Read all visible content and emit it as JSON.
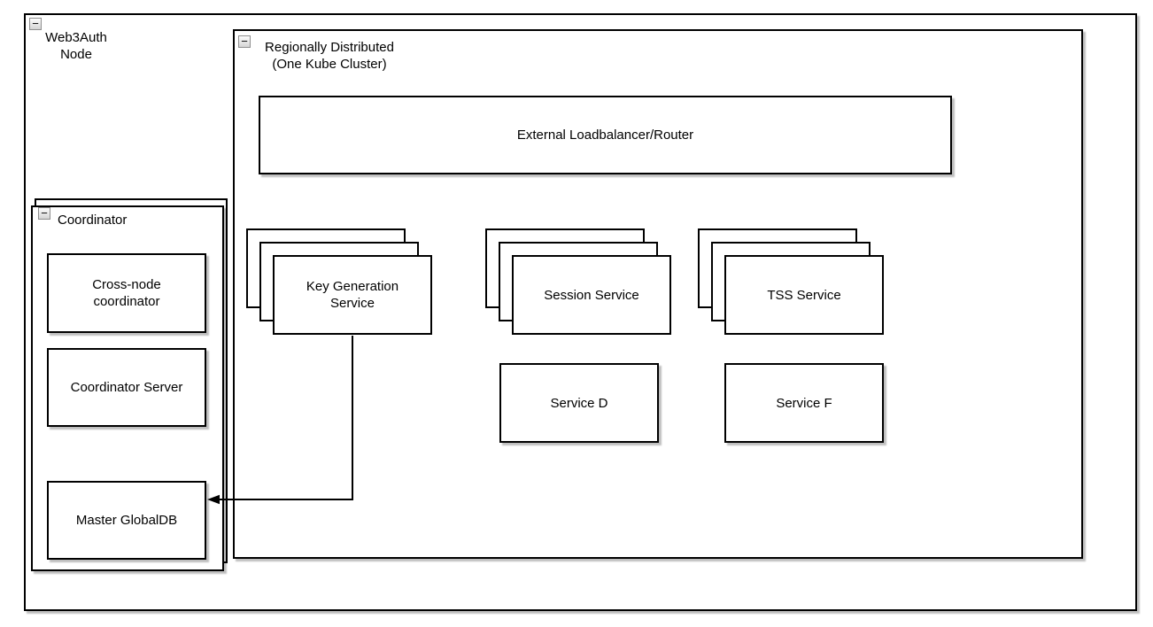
{
  "diagram": {
    "type": "architecture-diagram",
    "colors": {
      "stroke": "#000000",
      "fill": "#ffffff",
      "collapse_border": "#8f8f8f"
    },
    "collapse_glyph": "−",
    "web3auth_node": {
      "label": "Web3Auth\nNode"
    },
    "region": {
      "label": "Regionally Distributed\n(One Kube Cluster)"
    },
    "loadbalancer": {
      "label": "External Loadbalancer/Router"
    },
    "stacks": [
      {
        "label": "Key Generation\nService",
        "replicas": 3
      },
      {
        "label": "Session Service",
        "replicas": 3
      },
      {
        "label": "TSS Service",
        "replicas": 3
      }
    ],
    "services": [
      {
        "label": "Service D"
      },
      {
        "label": "Service F"
      }
    ],
    "coordinator": {
      "label": "Coordinator",
      "children": [
        {
          "label": "Cross-node\ncoordinator"
        },
        {
          "label": "Coordinator Server"
        },
        {
          "label": "Master GlobalDB"
        }
      ]
    },
    "connector": {
      "from": "Key Generation Service",
      "to": "Master GlobalDB"
    }
  }
}
